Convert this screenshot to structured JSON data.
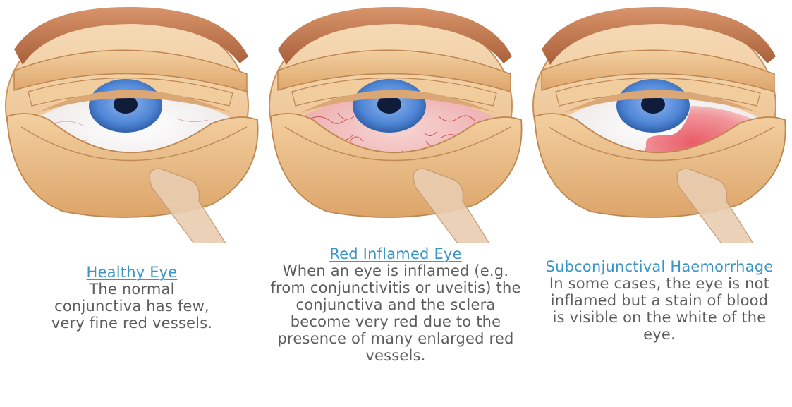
{
  "panels": [
    {
      "id": "healthy",
      "title": "Healthy Eye",
      "description": "The normal conjunctiva has few, very fine red vessels.",
      "sclera_state": "healthy",
      "icon": "healthy-eye-illustration"
    },
    {
      "id": "inflamed",
      "title": "Red Inflamed Eye",
      "description": "When an eye is inflamed (e.g. from conjunctivitis or uveitis) the conjunctiva and the sclera become very red due to the presence of many enlarged red vessels.",
      "sclera_state": "inflamed",
      "icon": "inflamed-eye-illustration"
    },
    {
      "id": "sch",
      "title": "Subconjunctival Haemorrhage",
      "description": "In some cases, the eye is not inflamed but a stain of blood is visible on the white of the eye.",
      "sclera_state": "haemorrhage",
      "icon": "haemorrhage-eye-illustration"
    }
  ],
  "colors": {
    "title_link": "#3a96c6",
    "body_text": "#5d5d5d",
    "skin": "#f0c79b",
    "skin_dark": "#b9844f",
    "brow": "#c57e4f",
    "iris": "#4f86d6",
    "pupil": "#0f1d3a",
    "vessel": "#d2544f",
    "blood": "#ea5864"
  }
}
